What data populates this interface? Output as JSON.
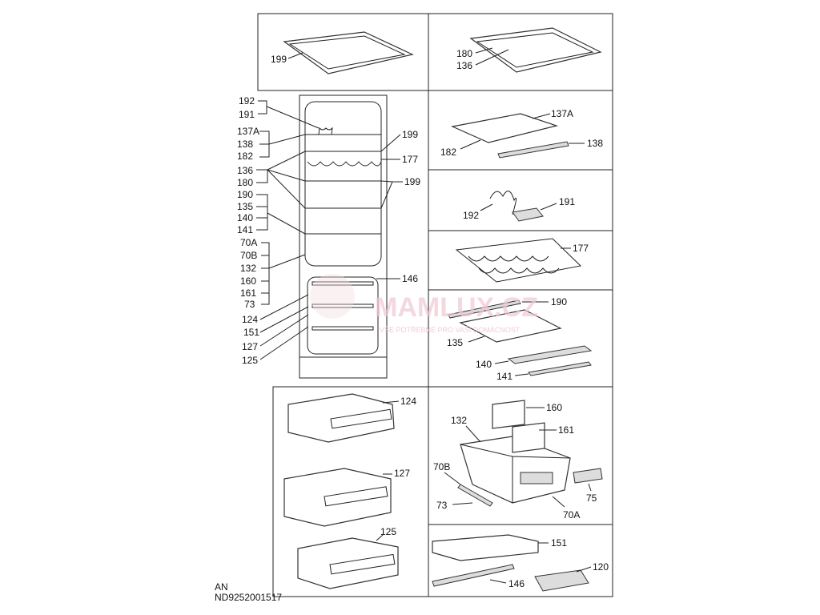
{
  "diagram": {
    "panels": {
      "shelf_199": [
        "199"
      ],
      "shelf_180_136": [
        "180",
        "136"
      ],
      "shelf_137A": [
        "137A",
        "182",
        "138"
      ],
      "wine_holder": [
        "192",
        "191"
      ],
      "wine_rack": [
        "177"
      ],
      "glass_cover": [
        "190",
        "135",
        "140",
        "141"
      ],
      "drawers_left": [
        "124",
        "127",
        "125"
      ],
      "crisper": [
        "160",
        "132",
        "161",
        "70B",
        "75",
        "73",
        "70A"
      ],
      "tray_bottom": [
        "151",
        "120",
        "146"
      ]
    },
    "fridge_labels_left": [
      "192",
      "191",
      "137A",
      "138",
      "182",
      "136",
      "180",
      "190",
      "135",
      "140",
      "141",
      "70A",
      "70B",
      "132",
      "160",
      "161",
      "73",
      "124",
      "151",
      "127",
      "125"
    ],
    "fridge_labels_right": [
      "199",
      "177",
      "199",
      "146"
    ],
    "footer": {
      "lang": "AN",
      "code": "ND9252001517"
    },
    "watermark": {
      "brand": "MAMLUX.CZ",
      "tagline": "VŠE POTŘEBNÉ PRO VAŠI DOMÁCNOST"
    }
  }
}
